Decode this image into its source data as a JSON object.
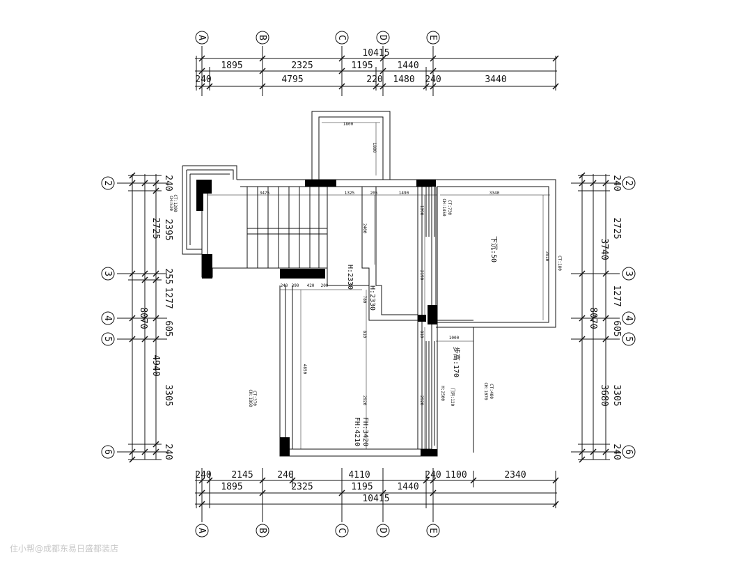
{
  "grid": {
    "cols": [
      "A",
      "B",
      "C",
      "D",
      "E"
    ],
    "rows": [
      "2",
      "3",
      "4",
      "5",
      "6"
    ]
  },
  "dims": {
    "top_total": "10415",
    "top_row1": [
      "1895",
      "2325",
      "1195",
      "1440"
    ],
    "top_row2": [
      "240",
      "4795",
      "220",
      "1480",
      "240",
      "3440"
    ],
    "bottom_row1": [
      "240",
      "2145",
      "240",
      "4110",
      "240",
      "1100",
      "2340"
    ],
    "bottom_row2": [
      "1895",
      "2325",
      "1195",
      "1440"
    ],
    "bottom_total": "10415",
    "left_inner": [
      "240",
      "2395",
      "255",
      "1277",
      "605",
      "3305",
      "240"
    ],
    "left_mid": [
      "2725",
      "4940"
    ],
    "left_total": "8070",
    "right_inner": [
      "240",
      "2725",
      "1277",
      "605",
      "3305",
      "240"
    ],
    "right_mid": [
      "3740",
      "3680"
    ],
    "right_total": "8070"
  },
  "interior": {
    "top_room_w": "1800",
    "top_room_h": "1800",
    "stair_w": "3475",
    "r1325": "1325",
    "r205": "205",
    "r1490": "1490",
    "r3340": "3340",
    "r2400": "2400",
    "r1390": "1390",
    "r2190": "2190",
    "r3910": "3910",
    "r240": "240",
    "r390": "390",
    "r420": "420",
    "r200": "200",
    "r780": "780",
    "r810a": "810",
    "r810b": "810",
    "r1000": "1000",
    "r4850": "4850",
    "r2920a": "2920",
    "r2920b": "2920",
    "h2330a": "H:2330",
    "h2330b": "H:2330",
    "fh3420": "FH:3420",
    "fh4210": "FH:4210",
    "sink50": "下沉:50",
    "step170": "步高:170",
    "door_h": "门洞:120",
    "h2500": "H:2500",
    "ct1200": "CT:1200",
    "ch530": "CH:530",
    "ct730": "CT:730",
    "ch1450": "CH:1450",
    "ct180": "CT:180",
    "ct370": "CT:370",
    "ch1860": "CH:1860",
    "ct480": "CT:480",
    "ch1070": "CH:1070"
  },
  "watermark": "住小帮@成都东易日盛都装店"
}
